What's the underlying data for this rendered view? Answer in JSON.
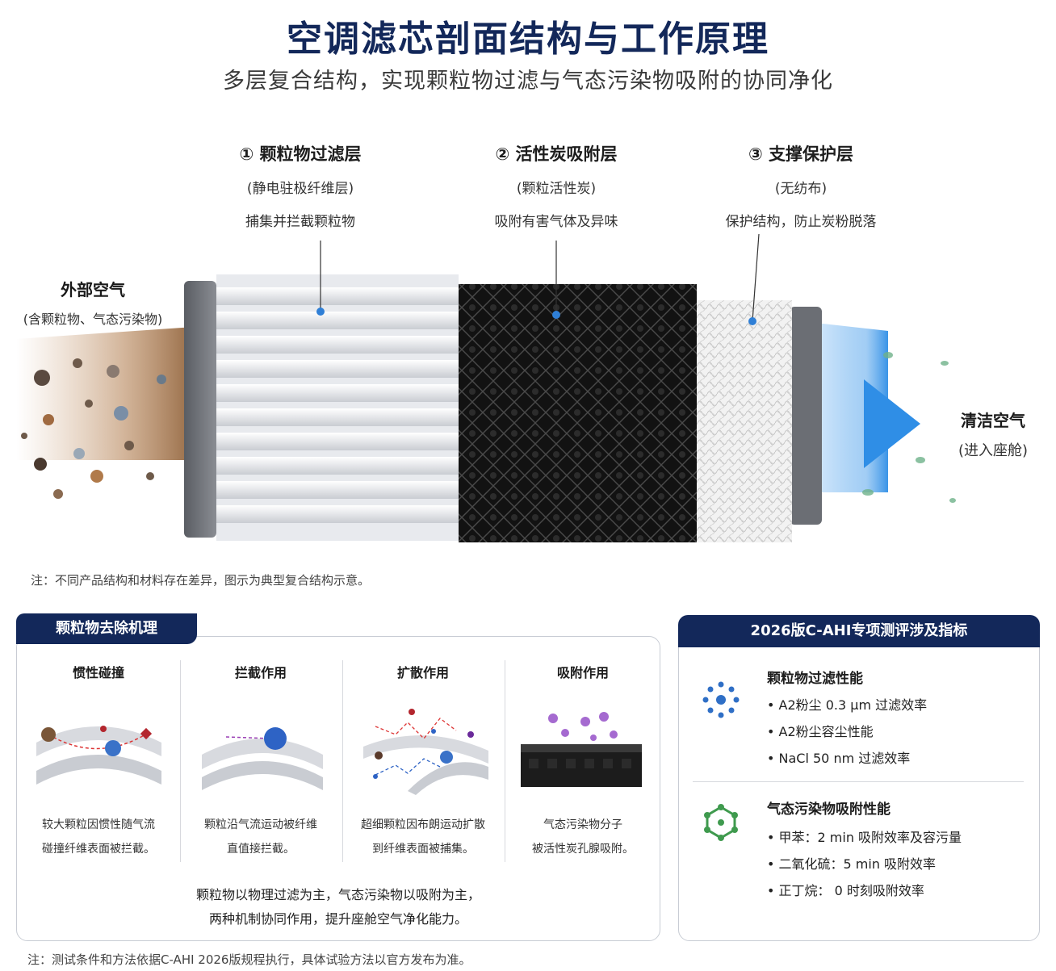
{
  "header": {
    "title": "空调滤芯剖面结构与工作原理",
    "subtitle": "多层复合结构，实现颗粒物过滤与气态污染物吸附的协同净化"
  },
  "layers": [
    {
      "name": "① 颗粒物过滤层",
      "material": "(静电驻极纤维层)",
      "function": "捕集并拦截颗粒物"
    },
    {
      "name": "② 活性炭吸附层",
      "material": "(颗粒活性炭)",
      "function": "吸附有害气体及异味"
    },
    {
      "name": "③ 支撑保护层",
      "material": "(无纺布)",
      "function": "保护结构，防止炭粉脱落"
    }
  ],
  "inlet": {
    "name": "外部空气",
    "sub": "(含颗粒物、气态污染物)"
  },
  "outlet": {
    "name": "清洁空气",
    "sub": "(进入座舱)"
  },
  "figure_note": "注：不同产品结构和材料存在差异，图示为典型复合结构示意。",
  "mechanisms": {
    "tab": "颗粒物去除机理",
    "items": [
      {
        "title": "惯性碰撞",
        "desc1": "较大颗粒因惯性随气流",
        "desc2": "碰撞纤维表面被拦截。"
      },
      {
        "title": "拦截作用",
        "desc1": "颗粒沿气流运动被纤维",
        "desc2": "直值接拦截。"
      },
      {
        "title": "扩散作用",
        "desc1": "超细颗粒因布朗运动扩散",
        "desc2": "到纤维表面被捕集。"
      },
      {
        "title": "吸附作用",
        "desc1": "气态污染物分子",
        "desc2": "被活性炭孔腺吸附。"
      }
    ],
    "summary1": "颗粒物以物理过滤为主，气态污染物以吸附为主，",
    "summary2": "两种机制协同作用，提升座舱空气净化能力。"
  },
  "metrics": {
    "head": "2026版C-AHI专项测评涉及指标",
    "groups": [
      {
        "title": "颗粒物过滤性能",
        "items": [
          "• A2粉尘 0.3 μm 过滤效率",
          "• A2粉尘容尘性能",
          "• NaCl 50 nm 过滤效率"
        ]
      },
      {
        "title": "气态污染物吸附性能",
        "items": [
          "• 甲苯：2 min 吸附效率及容污量",
          "• 二氧化硫：5 min 吸附效率",
          "• 正丁烷：  0 时刻吸附效率"
        ]
      }
    ]
  },
  "footer_note": "注：测试条件和方法依据C-AHI 2026版规程执行，具体试验方法以官方发布为准。",
  "colors": {
    "navy": "#13285a",
    "inlet_arrow": "#b07a4a",
    "outlet_arrow": "#2f8ee6",
    "carbon": "#151515"
  }
}
